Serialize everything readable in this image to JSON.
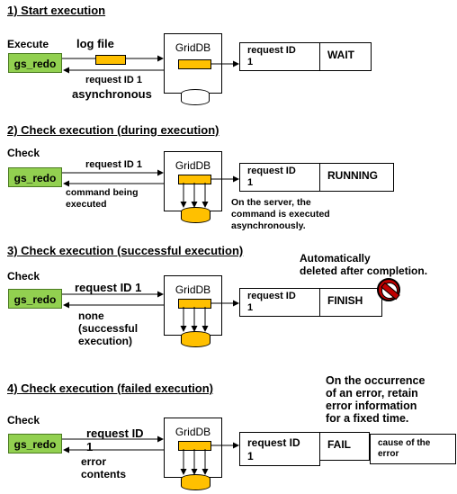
{
  "s1": {
    "title": "1) Start execution",
    "execute_label": "Execute",
    "client": "gs_redo",
    "log_file": "log file",
    "server": "GridDB",
    "request_id": "request ID\n1",
    "status": "WAIT",
    "reply": "request ID 1",
    "async": "asynchronous"
  },
  "s2": {
    "title": "2) Check execution (during execution)",
    "check_label": "Check",
    "client": "gs_redo",
    "request": "request ID 1",
    "reply": "command being\nexecuted",
    "server": "GridDB",
    "request_id": "request ID\n1",
    "status": "RUNNING",
    "note": "On the server, the\ncommand is executed\nasynchronously."
  },
  "s3": {
    "title": "3) Check execution (successful execution)",
    "check_label": "Check",
    "client": "gs_redo",
    "request": "request ID 1",
    "reply": "none\n(successful\nexecution)",
    "server": "GridDB",
    "request_id": "request ID\n1",
    "status": "FINISH",
    "note": "Automatically\ndeleted after completion."
  },
  "s4": {
    "title": "4) Check execution (failed execution)",
    "check_label": "Check",
    "client": "gs_redo",
    "request": "request ID\n1",
    "reply": "error\ncontents",
    "server": "GridDB",
    "request_id": "request ID\n1",
    "status": "FAIL",
    "cause": "cause of the\nerror",
    "note": "On the occurrence\nof an error, retain\nerror information\nfor a fixed time."
  },
  "colors": {
    "client_fill": "#92d050",
    "log_fill": "#ffc000",
    "prohibit_red": "#c00000"
  }
}
